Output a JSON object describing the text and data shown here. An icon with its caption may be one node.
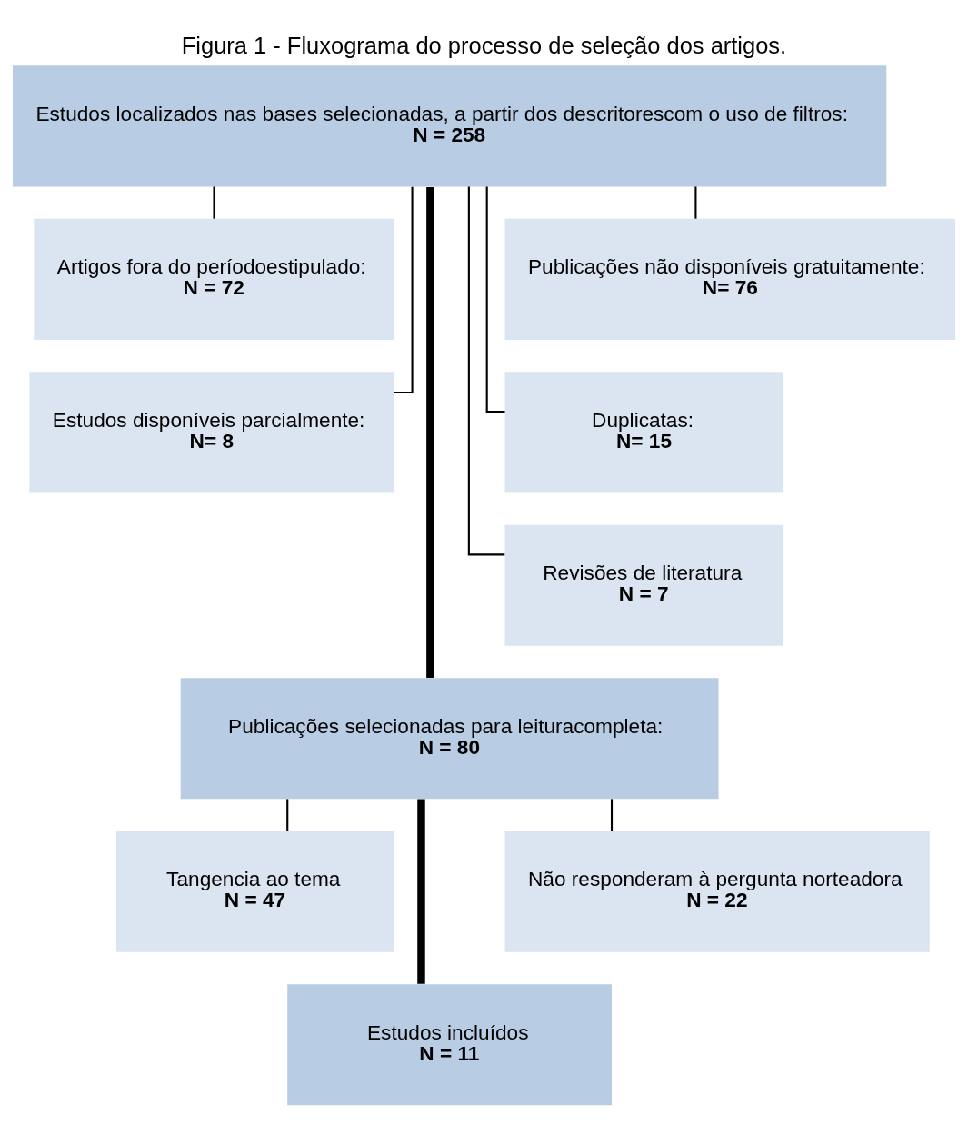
{
  "diagram": {
    "title": "Figura 1 - Fluxograma do processo de seleção dos artigos.",
    "nodes": [
      {
        "text": [
          "Estudos localizados nas bases selecionadas, a partir dos descritorescom o uso de filtros:",
          "N = 258"
        ]
      },
      {
        "text": [
          "Publicações não disponíveis gratuitamente:",
          "N= 76"
        ]
      },
      {
        "text": [
          "Artigos fora do períodoestipulado:",
          "N = 72"
        ]
      },
      {
        "text": [
          "Duplicatas:",
          "N= 15"
        ]
      },
      {
        "text": [
          "Estudos disponíveis parcialmente:",
          "N= 8"
        ]
      },
      {
        "text": [
          "Revisões de literatura",
          "N = 7"
        ]
      },
      {
        "text": [
          "Publicações selecionadas para leituracompleta:",
          "N = 80"
        ]
      },
      {
        "text": [
          "Tangencia ao tema",
          "N = 47"
        ]
      },
      {
        "text": [
          "Não responderam à pergunta norteadora",
          "N = 22"
        ]
      },
      {
        "text": [
          "Estudos incluídos",
          "N = 11"
        ]
      }
    ],
    "edges": [
      {
        "from": 0,
        "to": 1,
        "arrow": "none"
      },
      {
        "from": 0,
        "to": 2,
        "arrow": "none"
      },
      {
        "from": 0,
        "to": 3,
        "arrow": "none"
      },
      {
        "from": 0,
        "to": 4,
        "arrow": "none"
      },
      {
        "from": 0,
        "to": 5,
        "arrow": "none"
      },
      {
        "from": 0,
        "to": 6,
        "arrow": "none",
        "style": "thick"
      },
      {
        "from": 6,
        "to": 7,
        "arrow": "none"
      },
      {
        "from": 6,
        "to": 8,
        "arrow": "none"
      },
      {
        "from": 6,
        "to": 9,
        "arrow": "none",
        "style": "thick"
      }
    ]
  }
}
